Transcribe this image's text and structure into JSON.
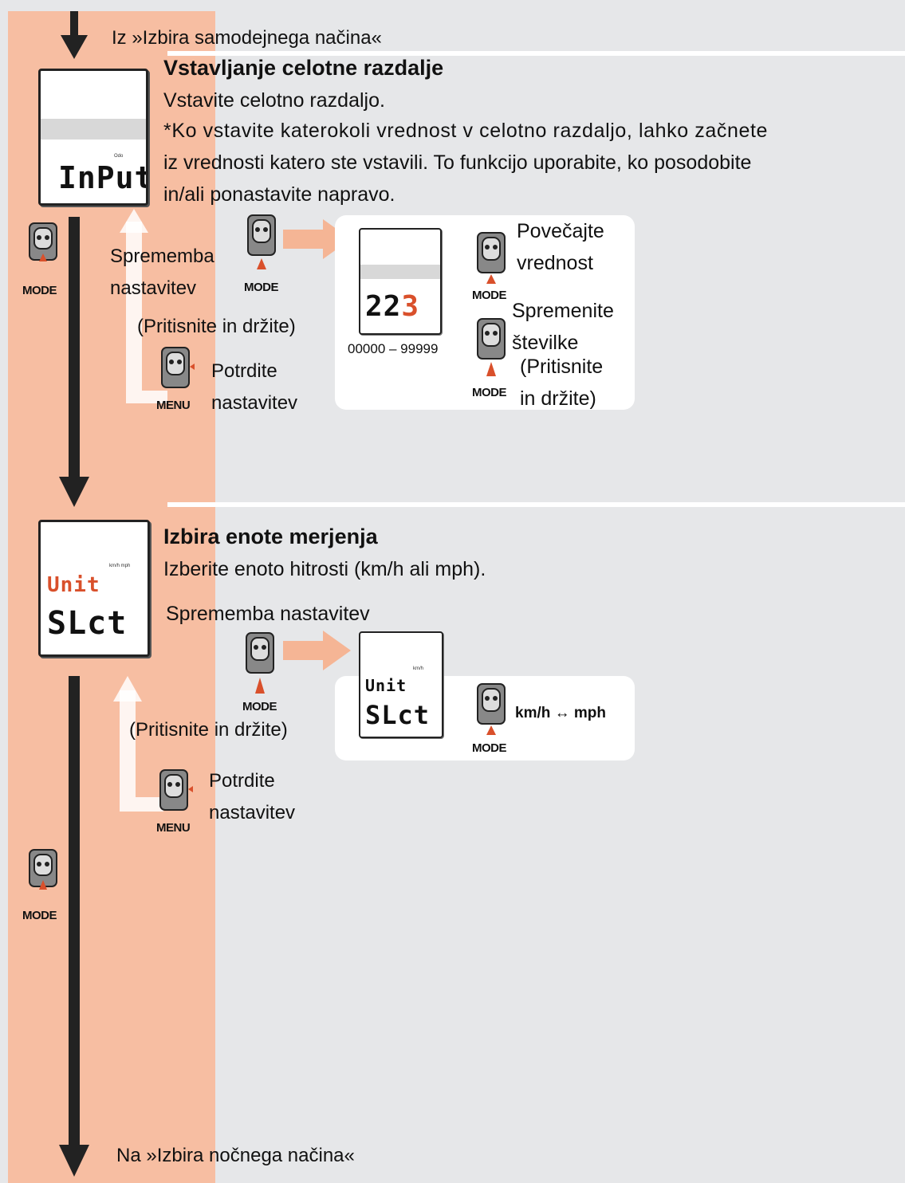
{
  "colors": {
    "column": "#f7bea2",
    "background": "#e6e7e9",
    "arrow_light": "#f5b595",
    "accent": "#d9502b"
  },
  "header": {
    "from_text": "Iz »Izbira samodejnega načina«"
  },
  "section1": {
    "title": "Vstavljanje celotne razdalje",
    "intro": "Vstavite celotno razdaljo.",
    "note_line1": "*Ko vstavite katerokoli vrednost v celotno razdaljo, lahko začnete",
    "note_line2": "iz vrednosti katero ste vstavili. To funkcijo uporabite, ko posodobite",
    "note_line3": "in/ali ponastavite napravo.",
    "screen_text": "InPut",
    "screen_sublabel": "Odo",
    "change_label_1": "Sprememba",
    "change_label_2": "nastavitev",
    "hold_label": "(Pritisnite in držite)",
    "confirm_label_1": "Potrdite",
    "confirm_label_2": "nastavitev",
    "panel_screen_value_a": "22",
    "panel_screen_value_b": "3",
    "range_label": "00000 – 99999",
    "increase_label_1": "Povečajte",
    "increase_label_2": "vrednost",
    "digits_label_1": "Spremenite",
    "digits_label_2": "številke",
    "digits_hold_1": "(Pritisnite",
    "digits_hold_2": "in držite)"
  },
  "section2": {
    "title": "Izbira enote merjenja",
    "intro": "Izberite enoto hitrosti (km/h ali mph).",
    "change_label": "Sprememba nastavitev",
    "hold_label": "(Pritisnite in držite)",
    "confirm_label_1": "Potrdite",
    "confirm_label_2": "nastavitev",
    "screen_top": "Unit",
    "screen_bottom": "SLct",
    "toggle_label": "km/h ↔ mph"
  },
  "footer": {
    "to_text": "Na »Izbira nočnega načina«"
  },
  "buttons": {
    "mode": "MODE",
    "menu": "MENU"
  }
}
